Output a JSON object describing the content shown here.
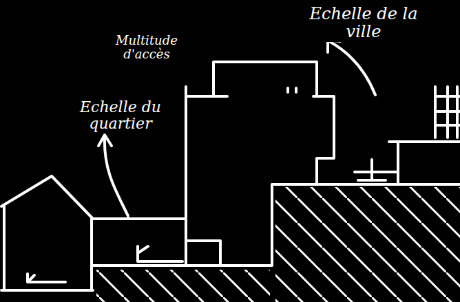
{
  "diagram": {
    "labels": [
      "Multitude d'accès",
      "Echelle du quartier",
      "Echelle de la ville"
    ]
  }
}
